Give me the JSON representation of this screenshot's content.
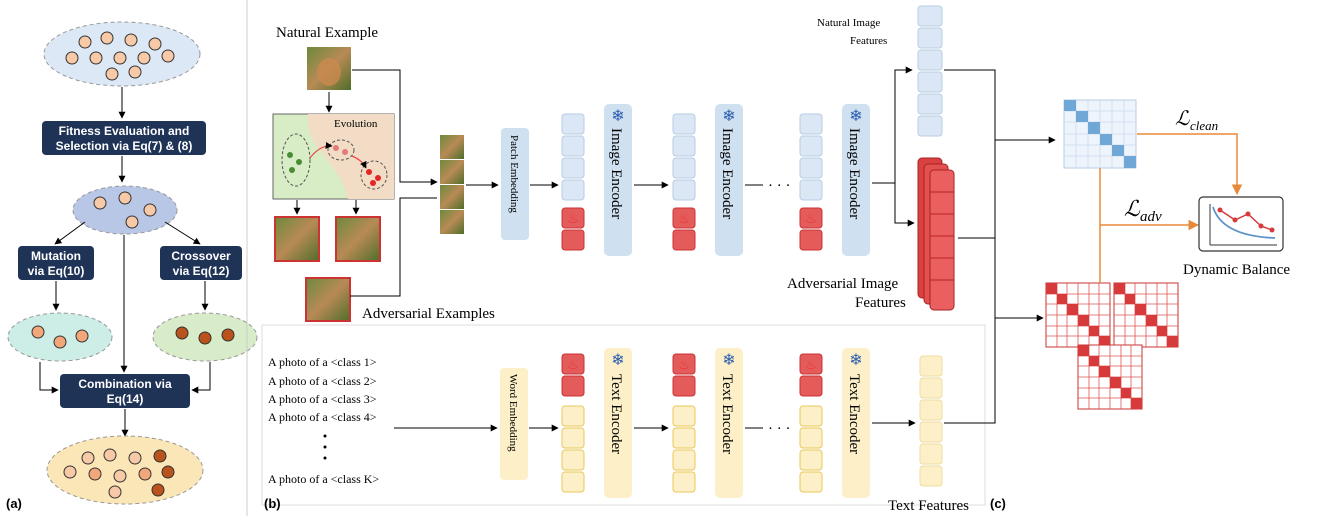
{
  "panel_a": {
    "label": "(a)",
    "box_fitness_1": "Fitness Evaluation and",
    "box_fitness_2": "Selection via Eq(7) & (8)",
    "box_mutation_1": "Mutation",
    "box_mutation_2": "via Eq(10)",
    "box_crossover_1": "Crossover",
    "box_crossover_2": "via Eq(12)",
    "box_combination_1": "Combination via",
    "box_combination_2": "Eq(14)"
  },
  "panel_b": {
    "label": "(b)",
    "natural_example": "Natural Example",
    "evolution": "Evolution",
    "adversarial_examples": "Adversarial Examples",
    "patch_embedding": "Patch Embedding",
    "image_encoder": "Image Encoder",
    "text_encoder": "Text Encoder",
    "word_embedding": "Word Embedding",
    "dots": "·  ·  ·",
    "prompts": [
      "A photo of a <class 1>",
      "A photo of a <class 2>",
      "A photo of a <class 3>",
      "A photo of a <class 4>",
      "A photo of a <class K>"
    ],
    "natural_image_features_1": "Natural Image",
    "natural_image_features_2": "Features",
    "adversarial_image_features_1": "Adversarial Image",
    "adversarial_image_features_2": "Features",
    "text_features": "Text Features"
  },
  "panel_c": {
    "label": "(c)",
    "loss_clean": "ℒ",
    "loss_clean_sub": "clean",
    "loss_adv": "ℒ",
    "loss_adv_sub": "adv",
    "dynamic_balance": "Dynamic Balance"
  },
  "colors": {
    "dark_box": "#1f3357",
    "enc_blue": "#cfe0f0",
    "enc_yellow": "#fdf0c8",
    "red_token": "#e35b5b",
    "orange_arrow": "#e8893a"
  }
}
